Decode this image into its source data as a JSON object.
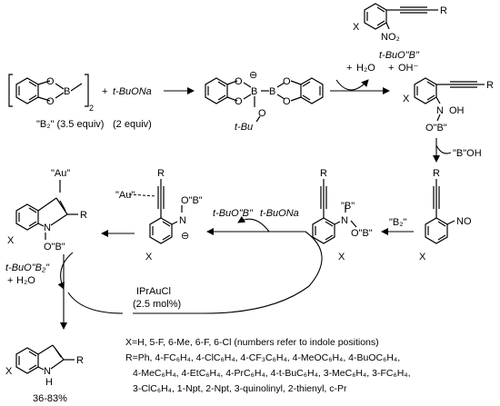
{
  "reagents": {
    "b2_label": "\"B₂\" (3.5 equiv)",
    "b2_subscript": "2",
    "b_atom": "B",
    "plus1": "+",
    "tbuona": "t-BuONa",
    "tbuona_equiv": "(2 equiv)",
    "ate_minus": "⊖",
    "ate_b": "B",
    "ate_o": "O",
    "ate_tbu": "t-Bu",
    "plus_h2o": "+",
    "h2o": "H₂O",
    "tbuob": "t-BuO\"B\"",
    "plus_oh": "+",
    "oh": "OH⁻"
  },
  "nitroarene": {
    "x_sub": "X",
    "no2": "NO₂",
    "r_sub": "R"
  },
  "hydroxylamine": {
    "x_sub": "X",
    "r_sub": "R",
    "n": "N",
    "oh": "OH",
    "ob": "O\"B\""
  },
  "b_oh_release": "\"B\"OH",
  "nitroso": {
    "r_sub": "R",
    "no": "NO",
    "x_sub": "X"
  },
  "b2_add": "\"B₂\"",
  "diboryl": {
    "r_sub": "R",
    "b": "\"B\"",
    "n": "N",
    "ob": "O\"B\"",
    "x_sub": "X"
  },
  "exchange": {
    "tbuob": "t-BuO\"B\"",
    "tbuona": "t-BuONa"
  },
  "amide": {
    "r_sub": "R",
    "au": "\"Au\"",
    "ob": "O\"B\"",
    "n": "N",
    "minus": "⊖",
    "x_sub": "X"
  },
  "indole_complex": {
    "au": "\"Au\"",
    "r_sub": "R",
    "x_sub": "X",
    "n": "N",
    "ob": "O\"B\""
  },
  "regen": {
    "tbuob2": "t-BuO\"B₂\"",
    "plus": "+",
    "h2o": "H₂O"
  },
  "catalyst": {
    "name": "IPrAuCl",
    "loading": "(2.5 mol%)"
  },
  "product": {
    "x_sub": "X",
    "r_sub": "R",
    "nh": "N",
    "h": "H",
    "yield": "36-83%"
  },
  "scope": {
    "line1": "X=H, 5-F, 6-Me, 6-F, 6-Cl (numbers refer to indole positions)",
    "line2": "R=Ph, 4-FC₆H₄, 4-ClC₆H₄, 4-CF₃C₆H₄, 4-MeOC₆H₄, 4-BuOC₆H₄,",
    "line3": "4-MeC₆H₄, 4-EtC₆H₄, 4-PrC₆H₄, 4-t-BuC₆H₄, 3-MeC₆H₄, 3-FC₆H₄,",
    "line4": "3-ClC₆H₄, 1-Npt, 2-Npt, 3-quinolinyl, 2-thienyl, c-Pr"
  }
}
